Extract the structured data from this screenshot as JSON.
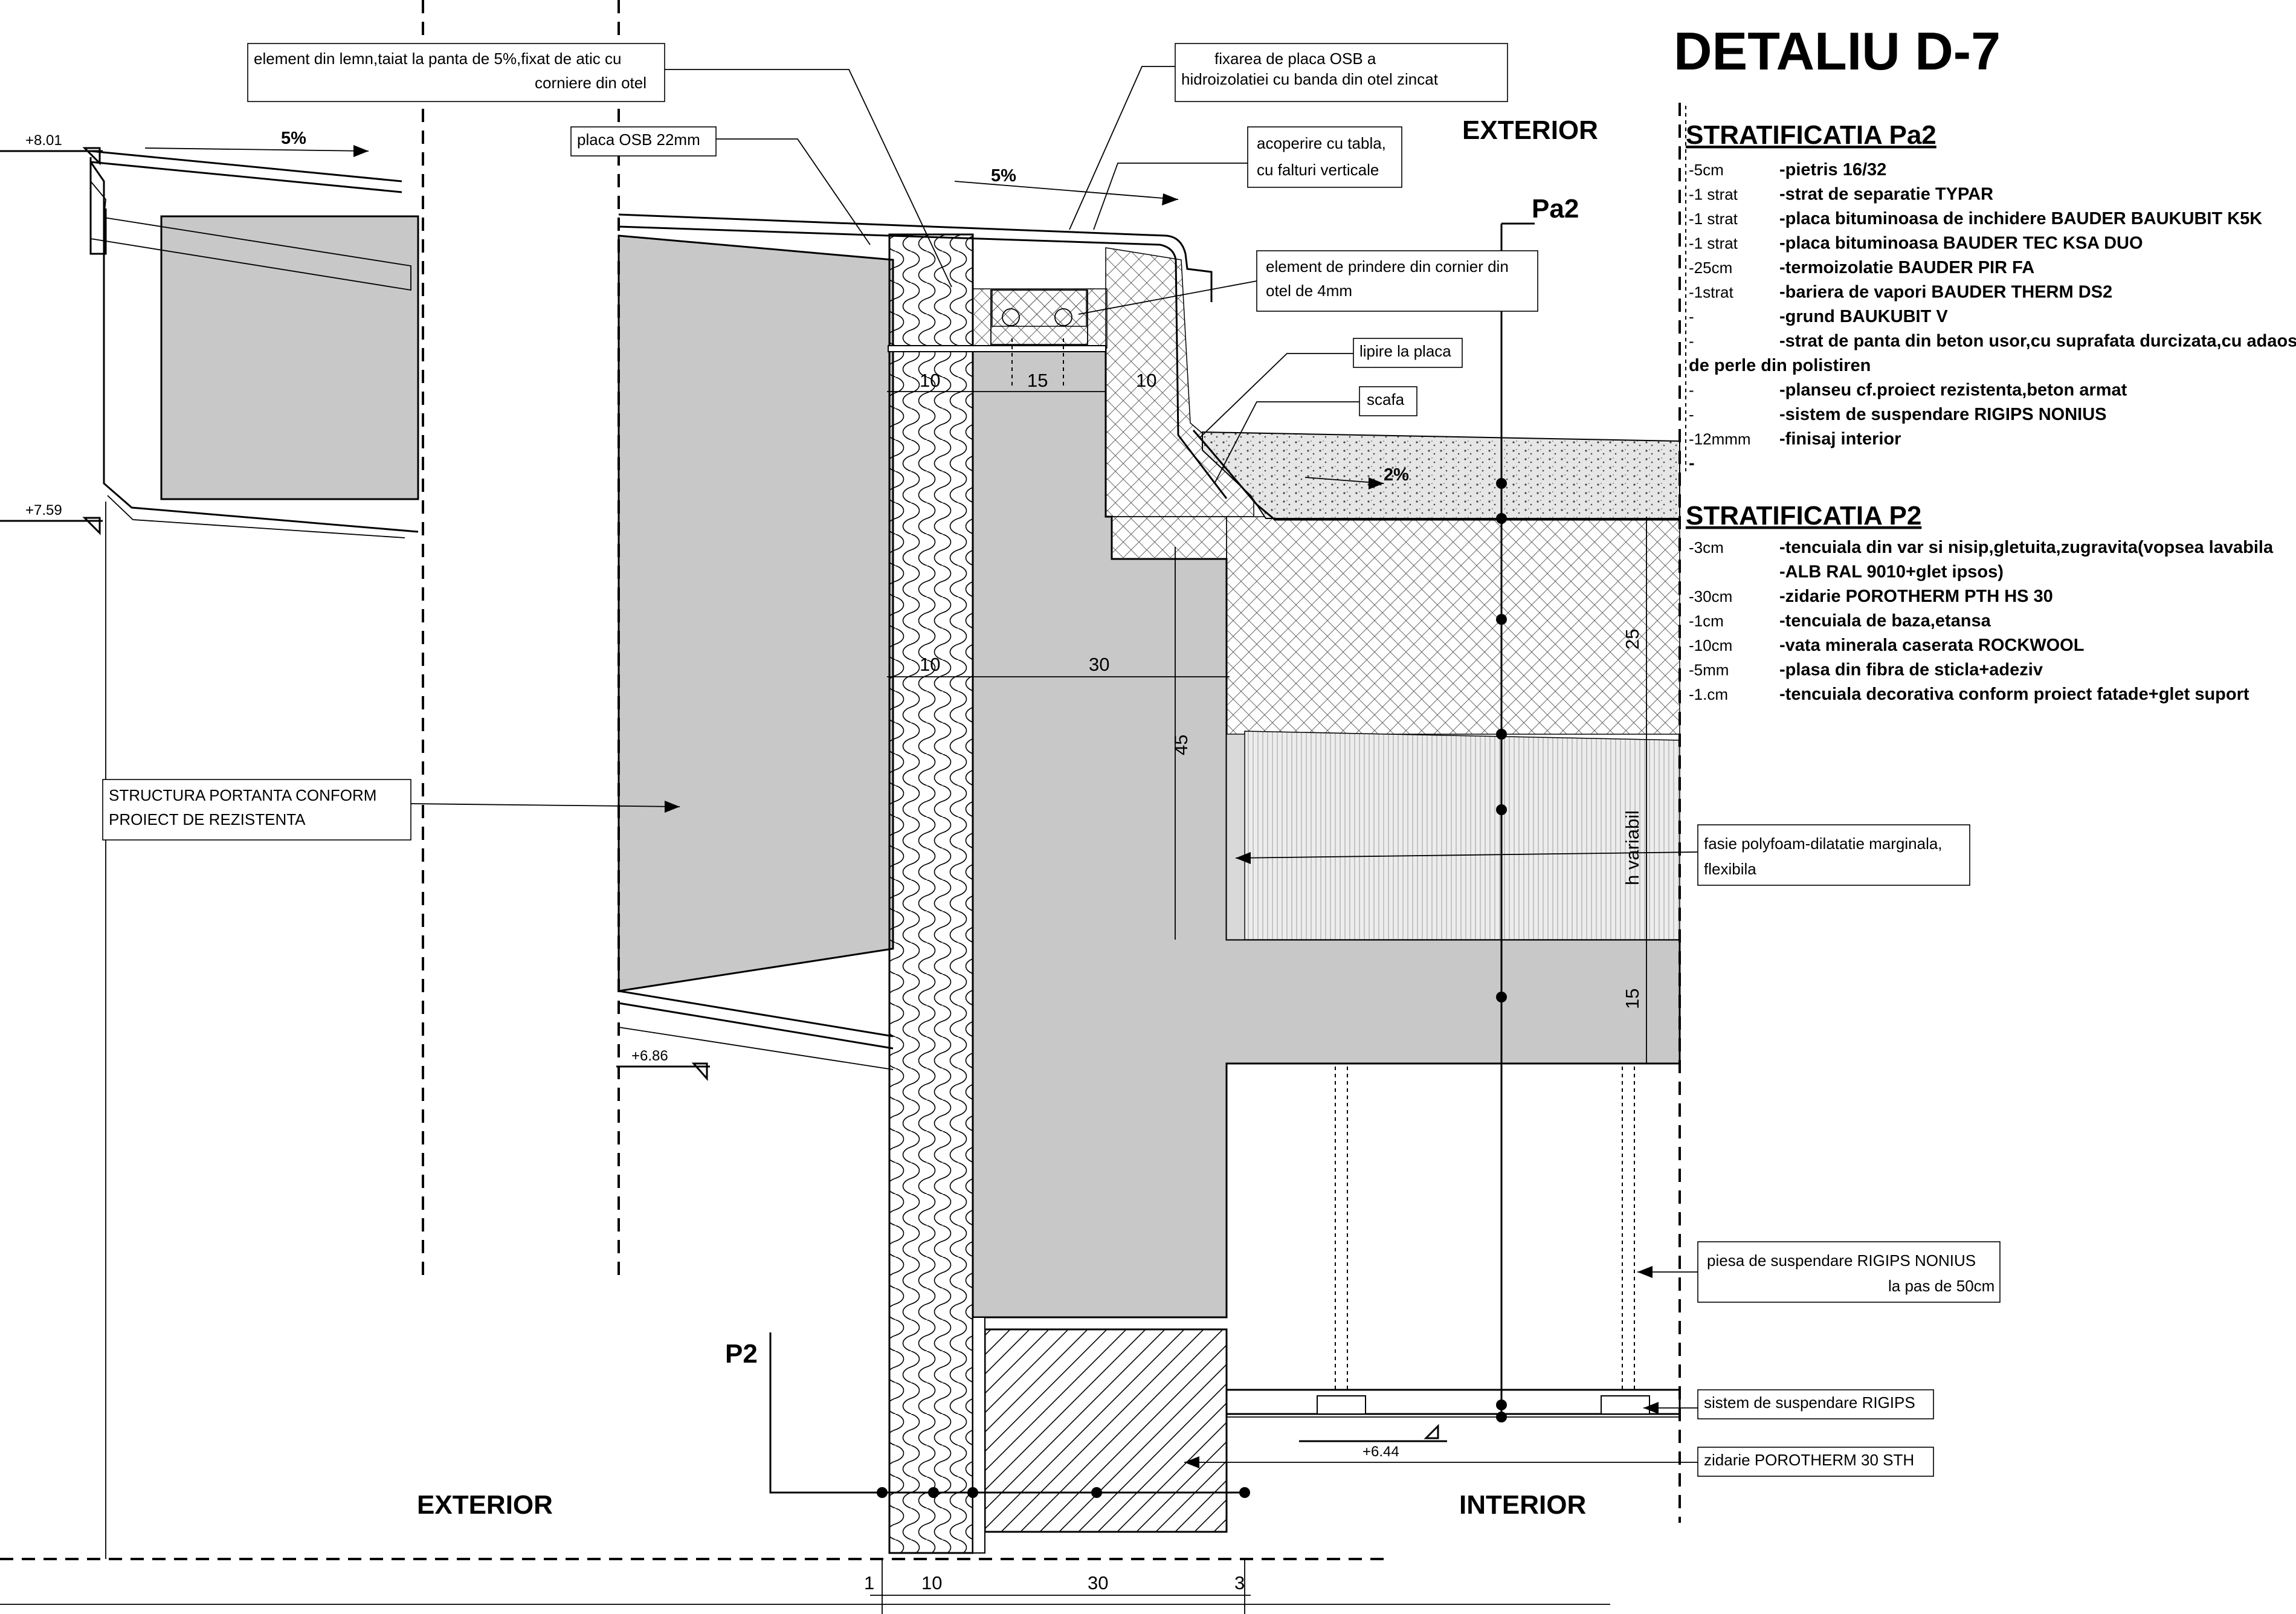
{
  "title": "DETALIU D-7",
  "zones": {
    "exterior_top": "EXTERIOR",
    "exterior_bottom": "EXTERIOR",
    "interior": "INTERIOR"
  },
  "markers": {
    "pa2": "Pa2",
    "p2": "P2"
  },
  "levels": {
    "l1": "+8.01",
    "l2": "+7.59",
    "l3": "+6.86",
    "l4": "+6.44"
  },
  "slopes": {
    "s1": "5%",
    "s2": "5%",
    "s3": "2%"
  },
  "dims": {
    "top_a": "10",
    "top_b": "15",
    "top_c": "10",
    "mid_a": "10",
    "mid_b": "30",
    "v45": "45",
    "v25": "25",
    "vh": "h variabil",
    "v15": "15",
    "bot_a": "1",
    "bot_b": "10",
    "bot_c": "30",
    "bot_d": "3"
  },
  "callouts": {
    "c1_l1": "element din lemn,taiat la panta de 5%,fixat de atic cu",
    "c1_l2": "corniere din otel",
    "c2_l1": "fixarea de placa OSB a",
    "c2_l2": "hidroizolatiei cu banda din otel zincat",
    "c3": "placa OSB 22mm",
    "c4_l1": "acoperire cu tabla,",
    "c4_l2": "cu falturi verticale",
    "c5_l1": "element de prindere din cornier din",
    "c5_l2": "otel de 4mm",
    "c6": "lipire la placa",
    "c7": "scafa",
    "c8_l1": "STRUCTURA PORTANTA CONFORM",
    "c8_l2": "PROIECT DE REZISTENTA",
    "c9_l1": "fasie polyfoam-dilatatie marginala,",
    "c9_l2": "flexibila",
    "c10_l1": "piesa de suspendare RIGIPS NONIUS",
    "c10_l2": "la pas de 50cm",
    "c11": "sistem de suspendare RIGIPS",
    "c12": "zidarie POROTHERM 30 STH"
  },
  "strat_pa2": {
    "heading": "STRATIFICATIA Pa2",
    "rows": [
      {
        "q": "-5cm",
        "d": "-pietris 16/32"
      },
      {
        "q": "-1 strat",
        "d": "-strat de separatie TYPAR"
      },
      {
        "q": "-1 strat",
        "d": "-placa bituminoasa de inchidere BAUDER BAUKUBIT K5K"
      },
      {
        "q": "-1 strat",
        "d": "-placa bituminoasa BAUDER TEC KSA DUO"
      },
      {
        "q": "-25cm",
        "d": "-termoizolatie BAUDER PIR FA"
      },
      {
        "q": "-1strat",
        "d": "-bariera de vapori BAUDER THERM DS2"
      },
      {
        "q": "-",
        "d": "-grund BAUKUBIT V"
      },
      {
        "q": "-",
        "d": "-strat de panta din beton usor,cu suprafata durcizata,cu adaos"
      },
      {
        "q": "de perle din polistiren",
        "d": ""
      },
      {
        "q": "-",
        "d": "-planseu cf.proiect rezistenta,beton armat"
      },
      {
        "q": "-",
        "d": "-sistem de suspendare RIGIPS NONIUS"
      },
      {
        "q": "-12mmm",
        "d": "-finisaj interior"
      },
      {
        "q": "-",
        "d": ""
      }
    ]
  },
  "strat_p2": {
    "heading": "STRATIFICATIA P2",
    "rows": [
      {
        "q": "-3cm",
        "d": "-tencuiala din var si nisip,gletuita,zugravita(vopsea lavabila"
      },
      {
        "q": "",
        "d": "-ALB RAL 9010+glet ipsos)"
      },
      {
        "q": "-30cm",
        "d": "-zidarie POROTHERM PTH HS 30"
      },
      {
        "q": "-1cm",
        "d": "-tencuiala de baza,etansa"
      },
      {
        "q": "-10cm",
        "d": "-vata minerala caserata ROCKWOOL"
      },
      {
        "q": "-5mm",
        "d": "-plasa din fibra de sticla+adeziv"
      },
      {
        "q": "-1.cm",
        "d": "-tencuiala decorativa conform proiect fatade+glet suport"
      }
    ]
  },
  "colors": {
    "concrete": "#c8c8c8",
    "line": "#000000",
    "paper": "#ffffff"
  }
}
